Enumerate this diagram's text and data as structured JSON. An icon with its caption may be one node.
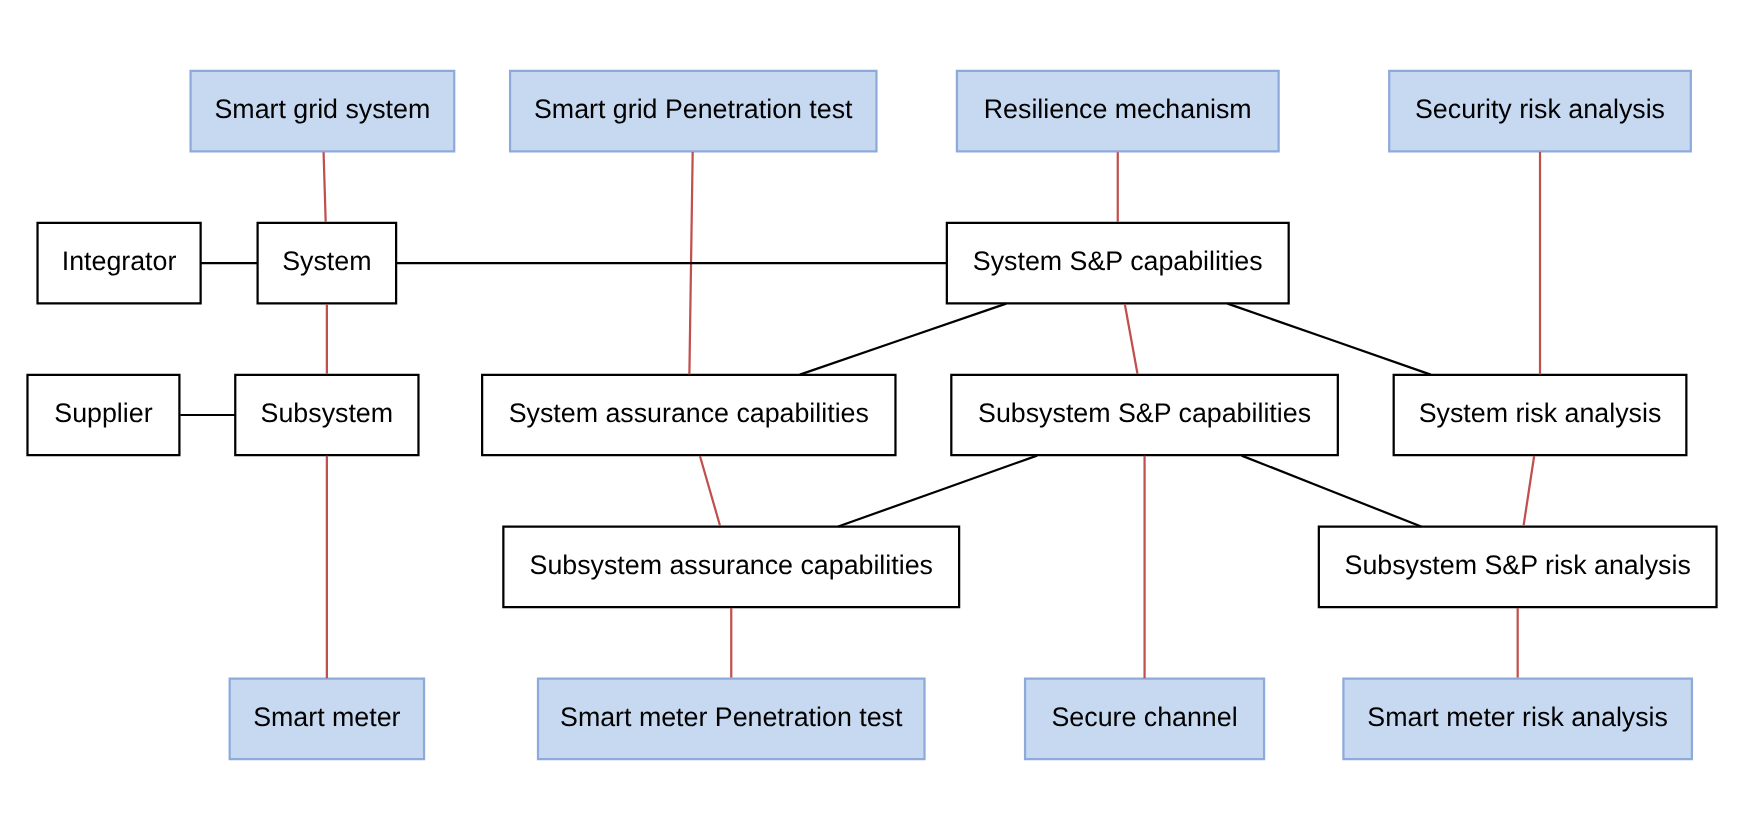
{
  "diagram": {
    "nodes": [
      {
        "text": [
          "Smart grid system"
        ]
      },
      {
        "text": [
          "Resilience mechanism"
        ]
      },
      {
        "text": [
          "Security risk analysis"
        ]
      },
      {
        "text": [
          "Smart grid Penetration test"
        ]
      },
      {
        "text": [
          "Integrator"
        ]
      },
      {
        "text": [
          "System"
        ]
      },
      {
        "text": [
          "System S&P capabilities"
        ]
      },
      {
        "text": [
          "System risk analysis"
        ]
      },
      {
        "text": [
          "System assurance capabilities"
        ]
      },
      {
        "text": [
          "Subsystem S&P risk analysis"
        ]
      },
      {
        "text": [
          "Subsystem assurance capabilities"
        ]
      },
      {
        "text": [
          "Subsystem S&P capabilities"
        ]
      },
      {
        "text": [
          "Supplier"
        ]
      },
      {
        "text": [
          "Subsystem"
        ]
      },
      {
        "text": [
          "Smart meter risk analysis"
        ]
      },
      {
        "text": [
          "Smart meter Penetration test"
        ]
      },
      {
        "text": [
          "Smart meter"
        ]
      },
      {
        "text": [
          "Secure channel"
        ]
      }
    ],
    "edges": [
      {
        "from": 4,
        "to": 5,
        "arrow": "none",
        "color": "#000000"
      },
      {
        "from": 0,
        "to": 5,
        "arrow": "none"
      },
      {
        "from": 5,
        "to": 6,
        "arrow": "none",
        "color": "#000000"
      },
      {
        "from": 1,
        "to": 6,
        "arrow": "none"
      },
      {
        "from": 6,
        "to": 7,
        "arrow": "none",
        "color": "#000000"
      },
      {
        "from": 6,
        "to": 8,
        "arrow": "none",
        "color": "#000000"
      },
      {
        "from": 2,
        "to": 7,
        "arrow": "none"
      },
      {
        "from": 3,
        "to": 8,
        "arrow": "none"
      },
      {
        "from": 5,
        "to": 13,
        "arrow": "none"
      },
      {
        "from": 6,
        "to": 11,
        "arrow": "none"
      },
      {
        "from": 7,
        "to": 9,
        "arrow": "none"
      },
      {
        "from": 8,
        "to": 10,
        "arrow": "none"
      },
      {
        "from": 11,
        "to": 9,
        "arrow": "none",
        "color": "#000000"
      },
      {
        "from": 11,
        "to": 10,
        "arrow": "none",
        "color": "#000000"
      },
      {
        "from": 12,
        "to": 13,
        "arrow": "none",
        "color": "#000000"
      },
      {
        "from": 9,
        "to": 14,
        "arrow": "none"
      },
      {
        "from": 10,
        "to": 15,
        "arrow": "none"
      },
      {
        "from": 13,
        "to": 16,
        "arrow": "none"
      },
      {
        "from": 11,
        "to": 17,
        "arrow": "none"
      }
    ]
  }
}
